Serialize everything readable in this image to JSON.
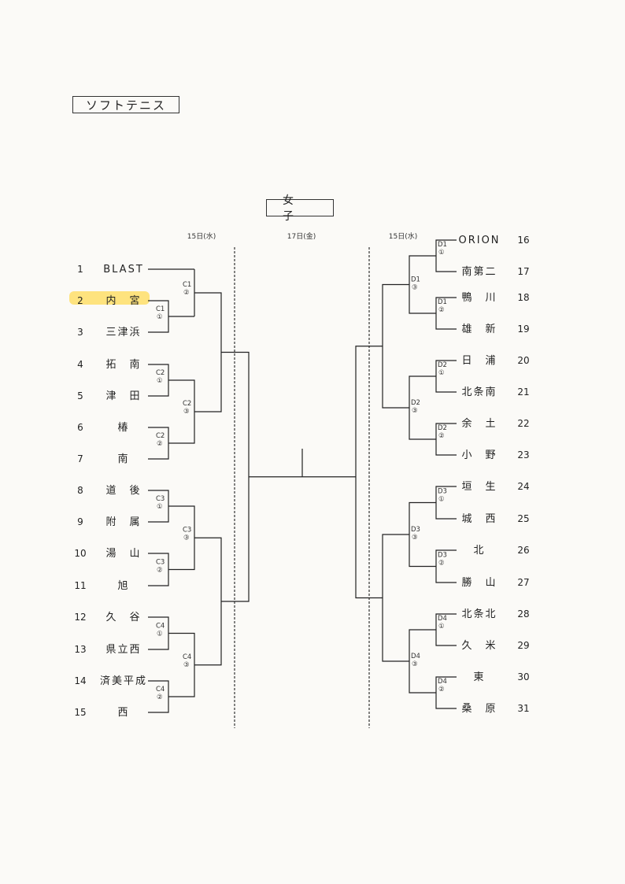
{
  "sport": "ソフトテニス",
  "division": "女子",
  "dates": {
    "left": "15日(水)",
    "center": "17日(金)",
    "right": "15日(水)"
  },
  "left_teams": [
    {
      "seed": "1",
      "name": "BLAST"
    },
    {
      "seed": "2",
      "name": "内　宮",
      "highlighted": true
    },
    {
      "seed": "3",
      "name": "三津浜"
    },
    {
      "seed": "4",
      "name": "拓　南"
    },
    {
      "seed": "5",
      "name": "津　田"
    },
    {
      "seed": "6",
      "name": "椿"
    },
    {
      "seed": "7",
      "name": "南"
    },
    {
      "seed": "8",
      "name": "道　後"
    },
    {
      "seed": "9",
      "name": "附　属"
    },
    {
      "seed": "10",
      "name": "湯　山"
    },
    {
      "seed": "11",
      "name": "旭"
    },
    {
      "seed": "12",
      "name": "久　谷"
    },
    {
      "seed": "13",
      "name": "県立西"
    },
    {
      "seed": "14",
      "name": "済美平成"
    },
    {
      "seed": "15",
      "name": "西"
    }
  ],
  "right_teams": [
    {
      "seed": "16",
      "name": "ORION"
    },
    {
      "seed": "17",
      "name": "南第二"
    },
    {
      "seed": "18",
      "name": "鴨　川"
    },
    {
      "seed": "19",
      "name": "雄　新"
    },
    {
      "seed": "20",
      "name": "日　浦"
    },
    {
      "seed": "21",
      "name": "北条南"
    },
    {
      "seed": "22",
      "name": "余　土"
    },
    {
      "seed": "23",
      "name": "小　野"
    },
    {
      "seed": "24",
      "name": "垣　生"
    },
    {
      "seed": "25",
      "name": "城　西"
    },
    {
      "seed": "26",
      "name": "北"
    },
    {
      "seed": "27",
      "name": "勝　山"
    },
    {
      "seed": "28",
      "name": "北条北"
    },
    {
      "seed": "29",
      "name": "久　米"
    },
    {
      "seed": "30",
      "name": "東"
    },
    {
      "seed": "31",
      "name": "桑　原"
    }
  ],
  "match_labels": {
    "C1_1": [
      "C1",
      "①"
    ],
    "C1_2": [
      "C1",
      "②"
    ],
    "C2_1": [
      "C2",
      "①"
    ],
    "C2_2": [
      "C2",
      "②"
    ],
    "C2_3": [
      "C2",
      "③"
    ],
    "C3_1": [
      "C3",
      "①"
    ],
    "C3_2": [
      "C3",
      "②"
    ],
    "C3_3": [
      "C3",
      "③"
    ],
    "C4_1": [
      "C4",
      "①"
    ],
    "C4_2": [
      "C4",
      "②"
    ],
    "C4_3": [
      "C4",
      "③"
    ],
    "D1_1": [
      "D1",
      "①"
    ],
    "D1_2": [
      "D1",
      "②"
    ],
    "D1_3": [
      "D1",
      "③"
    ],
    "D2_1": [
      "D2",
      "①"
    ],
    "D2_2": [
      "D2",
      "②"
    ],
    "D2_3": [
      "D2",
      "③"
    ],
    "D3_1": [
      "D3",
      "①"
    ],
    "D3_2": [
      "D3",
      "②"
    ],
    "D3_3": [
      "D3",
      "③"
    ],
    "D4_1": [
      "D4",
      "①"
    ],
    "D4_2": [
      "D4",
      "②"
    ],
    "D4_3": [
      "D4",
      "③"
    ]
  },
  "colors": {
    "highlight": "#ffd84a",
    "line": "#222222",
    "paper": "#fbfaf7"
  }
}
